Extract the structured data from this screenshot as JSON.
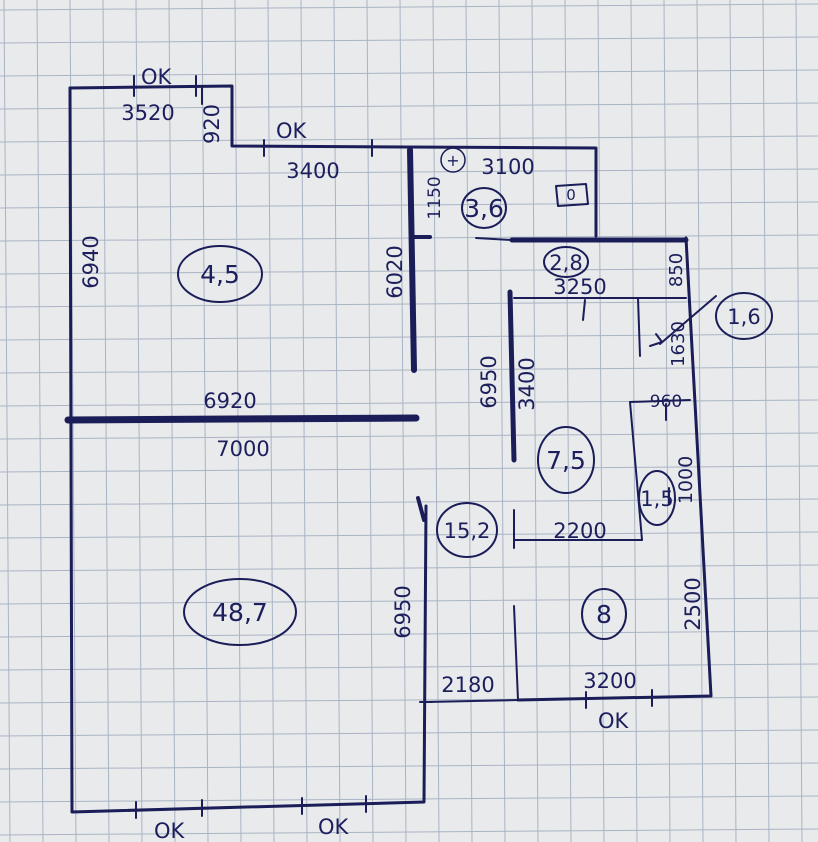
{
  "colors": {
    "paper": "#e9eaec",
    "grid": "#a9b4c4",
    "ink": "#1a1d57",
    "ink_text": "#1c1f5c"
  },
  "window_labels": {
    "w1": "OK",
    "w2": "OK",
    "w3": "OK",
    "w4": "OK",
    "w5": "OK"
  },
  "rooms": {
    "r1": "4,5",
    "r2": "48,7",
    "r3": "3,6",
    "r4": "2,8",
    "r5": "1,6",
    "r6": "7,5",
    "r7": "1,5",
    "r8": "15,2",
    "r9": "8",
    "r10": "0"
  },
  "dims": {
    "d1": "3520",
    "d2": "920",
    "d3": "3400",
    "d4": "6940",
    "d5": "6920",
    "d6": "7000",
    "d7": "6020",
    "d8": "1150",
    "d9": "3100",
    "d10": "3250",
    "d11": "850",
    "d12": "1630",
    "d13": "6950",
    "d14": "3400",
    "d15": "960",
    "d16": "1000",
    "d17": "2200",
    "d18": "6950",
    "d19": "2180",
    "d20": "3200",
    "d21": "2500"
  },
  "marks": {
    "plus": "+"
  }
}
